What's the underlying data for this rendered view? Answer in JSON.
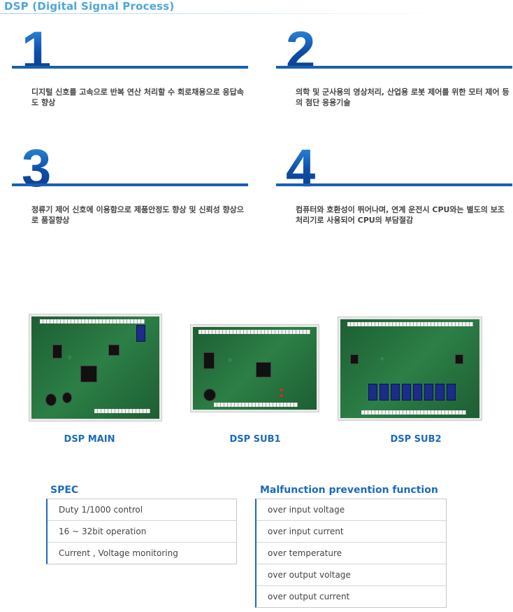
{
  "page": {
    "title": "DSP (Digital Signal Process)"
  },
  "features": [
    {
      "number": "1",
      "text": "디지털 신호를 고속으로 반복 연산 처리할 수 회로채용으로 응답속도 향상"
    },
    {
      "number": "2",
      "text": "의학 및 군사용의 영상처리, 산업용 로봇 제어를 위한 모터 제어 등의 첨단 응용기술"
    },
    {
      "number": "3",
      "text": "정류기 제어 신호에 이용함으로 제품안정도 향상 및  신뢰성 향상으로  품질향상"
    },
    {
      "number": "4",
      "text": "컴퓨터와 호환성이 뛰어나며, 연계 운전시 CPU와는 별도의 보조 처리기로 사용되어 CPU의 부담절감"
    }
  ],
  "boards": [
    {
      "label": "DSP MAIN"
    },
    {
      "label": "DSP SUB1"
    },
    {
      "label": "DSP SUB2"
    }
  ],
  "spec": {
    "title": "SPEC",
    "rows": [
      "Duty 1/1000 control",
      "16 ~ 32bit operation",
      "Current , Voltage monitoring"
    ]
  },
  "malfunction": {
    "title": "Malfunction prevention function",
    "rows": [
      "over input voltage",
      "over input current",
      "over temperature",
      "over output voltage",
      "over output current"
    ]
  },
  "colors": {
    "accent": "#1a6bbf",
    "title": "#4fa6dc",
    "board_green": "#1f6a3a"
  }
}
